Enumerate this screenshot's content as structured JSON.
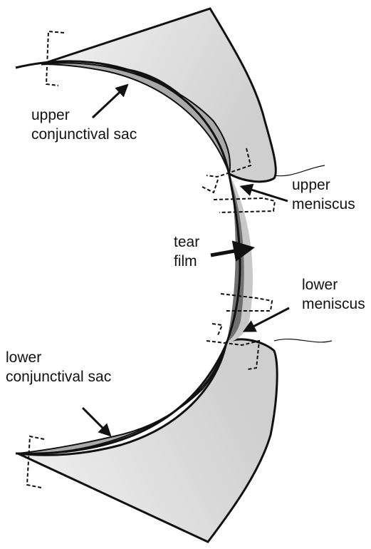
{
  "labels": {
    "upper_sac": [
      "upper",
      "conjunctival sac"
    ],
    "upper_meniscus": [
      "upper",
      "meniscus"
    ],
    "tear_film": [
      "tear",
      "film"
    ],
    "lower_meniscus": [
      "lower",
      "meniscus"
    ],
    "lower_sac": [
      "lower",
      "conjunctival sac"
    ]
  },
  "colors": {
    "stroke": "#111111",
    "lid_fill": "#dcdcdc",
    "sac_fill": "#a9a9a9",
    "film_fill": "#707070",
    "background": "#ffffff"
  }
}
